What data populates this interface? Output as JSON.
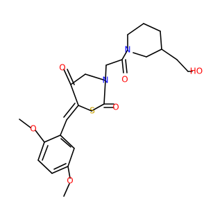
{
  "colors": {
    "background": "#ffffff",
    "bond": "#000000",
    "oxygen": "#ff0000",
    "nitrogen": "#0000ff",
    "sulfur": "#c8a000"
  },
  "molecule": {
    "atoms": {
      "o_ring_ketone": "O",
      "n_ring": "N",
      "s_ring": "S",
      "o_ring_carbonyl": "O",
      "o_amide": "O",
      "n_piperidine": "N",
      "o_hydroxyl": "HO",
      "o_methoxy_upper": "O",
      "o_methoxy_lower": "O"
    }
  }
}
